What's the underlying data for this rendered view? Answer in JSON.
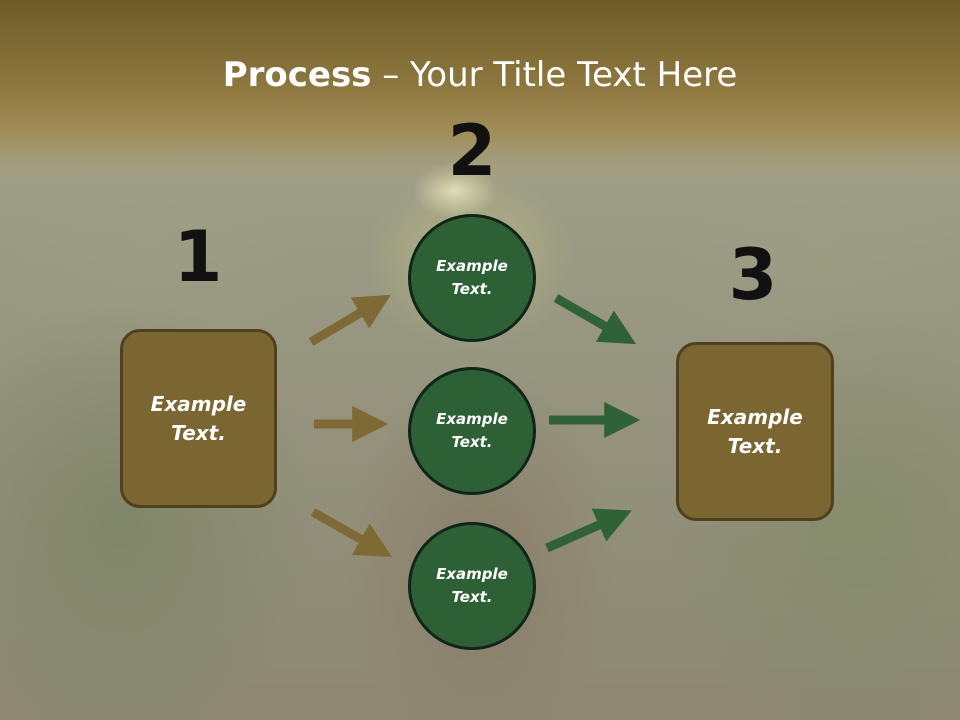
{
  "slide": {
    "title_strong": "Process",
    "title_rest": " – Your Title Text Here"
  },
  "steps": {
    "one": "1",
    "two": "2",
    "three": "3"
  },
  "left_box": {
    "text": "Example Text."
  },
  "right_box": {
    "text": "Example Text."
  },
  "circles": [
    {
      "text": "Example Text."
    },
    {
      "text": "Example Text."
    },
    {
      "text": "Example Text."
    }
  ],
  "colors": {
    "title_band": "#8c7a40",
    "box_fill": "#7b6530",
    "circle_fill": "#2d6135",
    "arrow_brown": "#7f6a35",
    "arrow_green": "#2f6234"
  }
}
